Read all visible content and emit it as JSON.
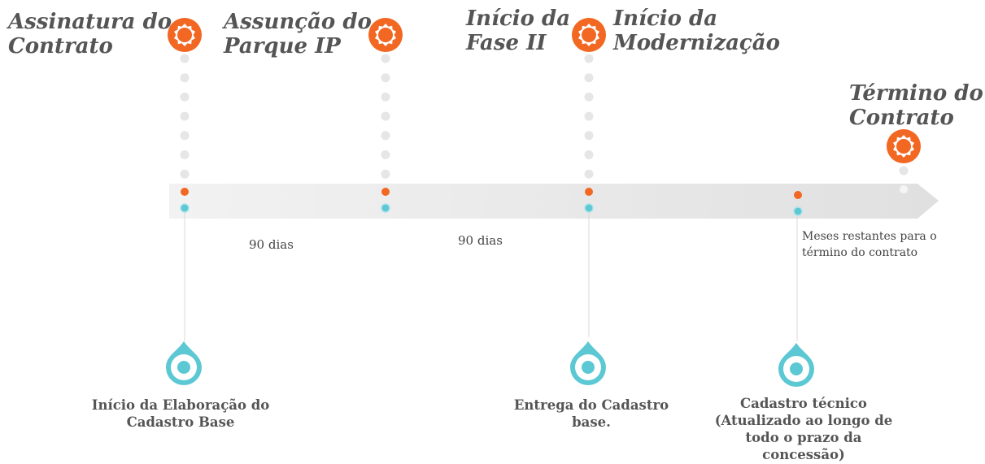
{
  "colors": {
    "orange": "#F26722",
    "teal": "#5CC8D4",
    "bar": "#EDEDED",
    "dots_gray": "#E6E6E6",
    "text": "#555555"
  },
  "milestones_top": [
    {
      "id": "assinatura",
      "title": "Assinatura do\nContrato",
      "icon": "sunburst-icon"
    },
    {
      "id": "assuncao",
      "title": "Assunção do\nParque IP",
      "icon": "sunburst-icon"
    },
    {
      "id": "fase2",
      "title": "Início da\nFase II",
      "icon": "sunburst-icon"
    },
    {
      "id": "modernizacao",
      "title": "Início da\nModernização"
    },
    {
      "id": "termino",
      "title": "Término do\nContrato",
      "icon": "sunburst-icon"
    }
  ],
  "intervals": [
    {
      "label": "90 dias"
    },
    {
      "label": "90 dias"
    },
    {
      "label": "Meses restantes para o\ntérmino do contrato"
    }
  ],
  "milestones_bottom": [
    {
      "label": "Início da Elaboração do\nCadastro Base",
      "icon": "drop-pin-icon"
    },
    {
      "label": "Entrega do Cadastro\nbase.",
      "icon": "drop-pin-icon"
    },
    {
      "label": "Cadastro técnico\n(Atualizado ao longo de\ntodo o prazo da\nconcessão)",
      "icon": "drop-pin-icon"
    }
  ]
}
